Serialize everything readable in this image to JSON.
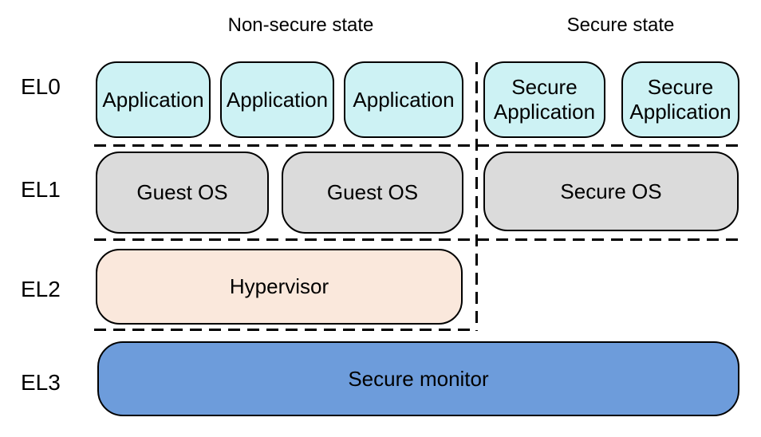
{
  "diagram": {
    "titles": {
      "non_secure": "Non-secure state",
      "secure": "Secure state"
    },
    "exception_levels": {
      "el0": "EL0",
      "el1": "EL1",
      "el2": "EL2",
      "el3": "EL3"
    },
    "boxes": {
      "applications": [
        "Application",
        "Application",
        "Application"
      ],
      "secure_applications": [
        "Secure Application",
        "Secure Application"
      ],
      "guest_os": [
        "Guest OS",
        "Guest OS"
      ],
      "secure_os": "Secure OS",
      "hypervisor": "Hypervisor",
      "secure_monitor": "Secure monitor"
    },
    "colors": {
      "application_fill": "#cdf2f4",
      "os_fill": "#dbdbdb",
      "hypervisor_fill": "#fae8dc",
      "monitor_fill": "#6d9cdb",
      "line": "#000000",
      "text": "#000000",
      "background": "#ffffff"
    }
  }
}
